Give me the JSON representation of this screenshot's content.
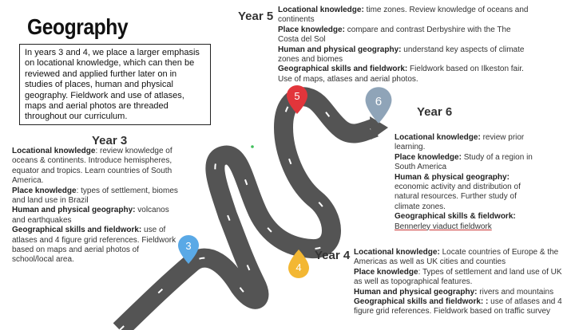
{
  "title": "Geography",
  "intro": "In years 3 and 4, we place a larger emphasis on locational knowledge, which can then be reviewed and applied further later on in studies of places, human and physical geography. Fieldwork and use of atlases, maps and aerial photos are threaded throughout our curriculum.",
  "markers": {
    "m3": {
      "label": "3",
      "color": "#5aa9e6"
    },
    "m4": {
      "label": "4",
      "color": "#f3b733"
    },
    "m5": {
      "label": "5",
      "color": "#e2353b"
    },
    "m6": {
      "label": "6",
      "color": "#8fa4b8"
    }
  },
  "year3": {
    "heading": "Year 3",
    "items": [
      {
        "label": "Locational knowledge",
        "sep": ": ",
        "text": "review knowledge of oceans & continents. Introduce hemispheres, equator and tropics. Learn countries of South America."
      },
      {
        "label": "Place knowledge",
        "sep": ": ",
        "text": "types of settlement, biomes and land use in Brazil"
      },
      {
        "label": "Human and physical geography:",
        "sep": " ",
        "text": "volcanos and earthquakes"
      },
      {
        "label": "Geographical skills and fieldwork:",
        "sep": " ",
        "text": "use of atlases and 4 figure grid references. Fieldwork based on maps and aerial photos of school/local area."
      }
    ]
  },
  "year4": {
    "heading": "Year 4",
    "items": [
      {
        "label": "Locational knowledge:",
        "sep": " ",
        "text": "Locate countries of Europe & the Americas as well as UK cities and counties"
      },
      {
        "label": "Place knowledge",
        "sep": ": ",
        "text": "Types of settlement and land use of UK as well as topographical features."
      },
      {
        "label": "Human and physical geography:",
        "sep": " ",
        "text": "rivers and mountains"
      },
      {
        "label": "Geographical skills and fieldwork: :",
        "sep": " ",
        "text": "use of atlases and 4 figure grid references. Fieldwork based on traffic survey"
      }
    ]
  },
  "year5": {
    "heading": "Year 5",
    "items": [
      {
        "label": "Locational knowledge:",
        "sep": " ",
        "text": "time zones. Review knowledge of oceans and continents"
      },
      {
        "label": "Place knowledge:",
        "sep": " ",
        "text": "compare and contrast Derbyshire with the The Costa del Sol"
      },
      {
        "label": "Human and physical geography:",
        "sep": " ",
        "text": "understand key aspects of climate zones and biomes"
      },
      {
        "label": "Geographical skills and fieldwork:",
        "sep": " ",
        "text": "Fieldwork based on Ilkeston fair. Use of maps, atlases and aerial photos."
      }
    ]
  },
  "year6": {
    "heading": "Year 6",
    "items": [
      {
        "label": "Locational knowledge:",
        "sep": " ",
        "text": "review prior learning."
      },
      {
        "label": "Place knowledge:",
        "sep": " ",
        "text": "Study of a region in South America"
      },
      {
        "label": "Human & physical geography:",
        "sep": " ",
        "text": "economic activity and distribution of natural resources. Further study of climate zones."
      },
      {
        "label": "Geographical skills & fieldwork:",
        "sep": " ",
        "text": "Bennerley viaduct fieldwork"
      }
    ]
  }
}
